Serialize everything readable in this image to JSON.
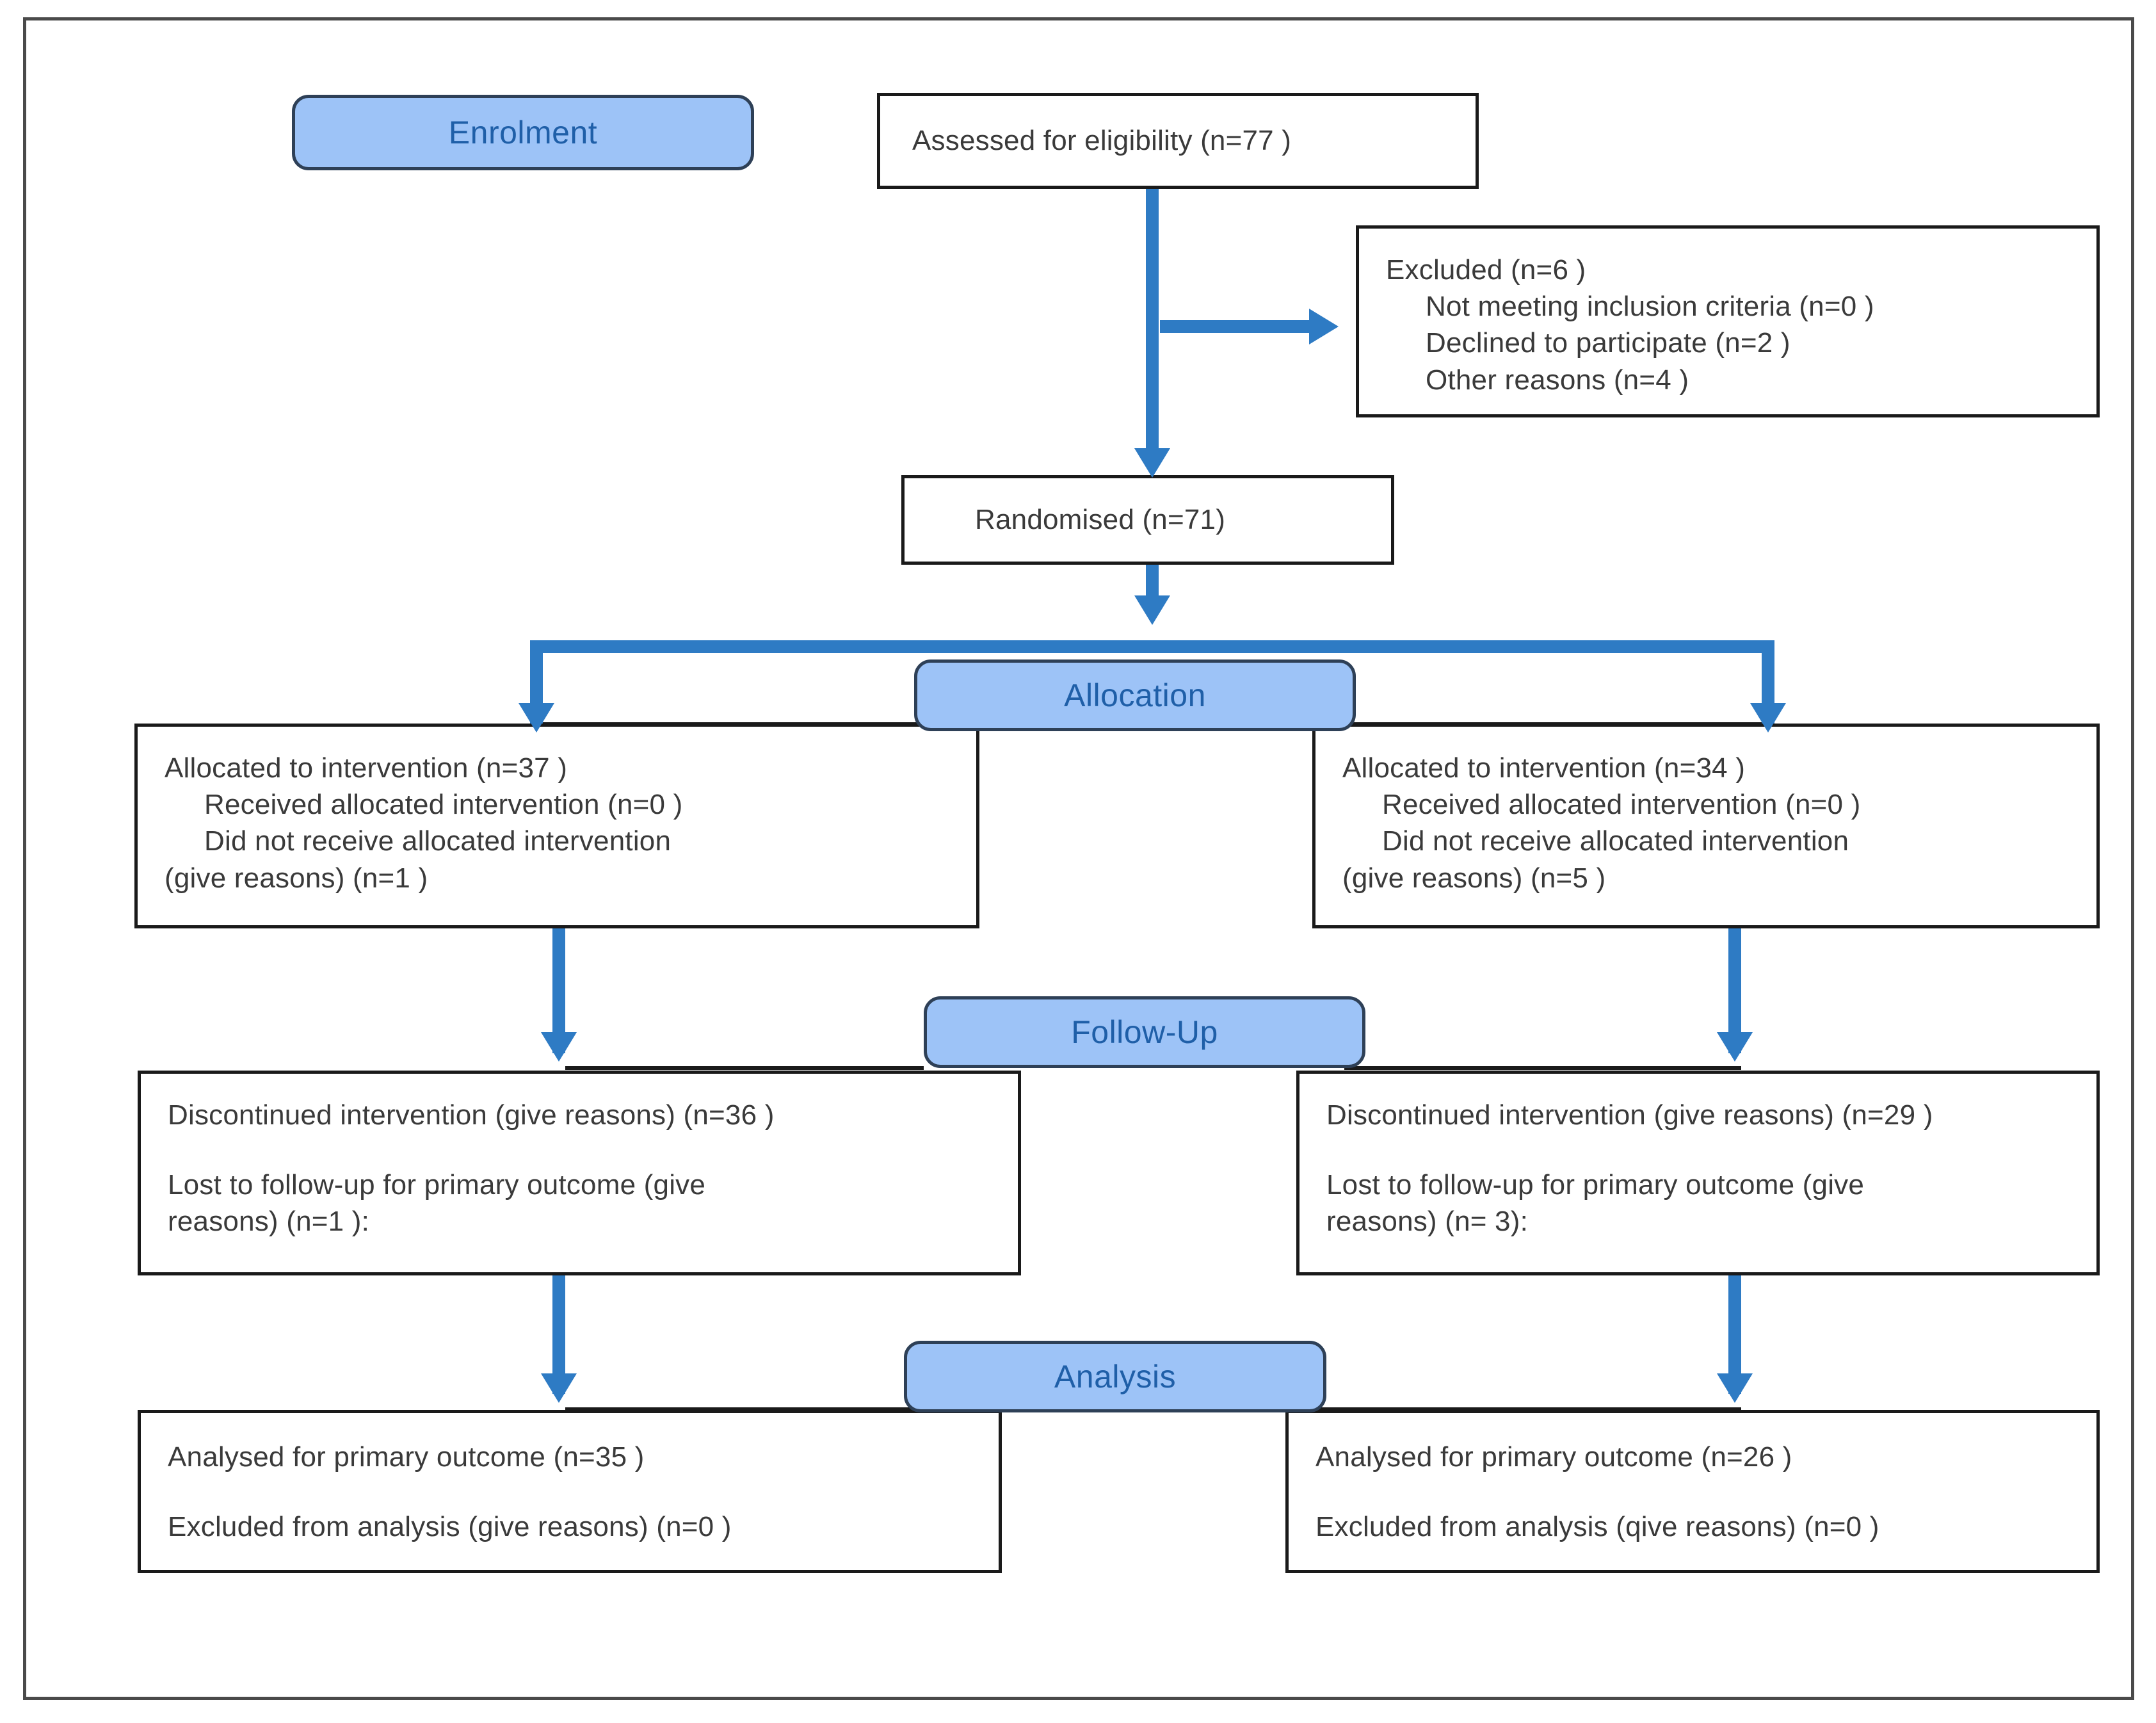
{
  "diagram": {
    "title": "CONSORT participant flow diagram",
    "colors": {
      "stage_fill": "#9DC3F7",
      "stage_border": "#2E4057",
      "stage_text": "#1F5FA8",
      "arrow": "#2E7BC4",
      "box_border": "#1a1a1a",
      "box_text": "#3a3a3a",
      "frame_border": "#4a4a4a",
      "background": "#ffffff"
    }
  },
  "stages": {
    "enrolment": "Enrolment",
    "allocation": "Allocation",
    "followup": "Follow-Up",
    "analysis": "Analysis"
  },
  "enrolment": {
    "assessed": "Assessed for eligibility (n=77 )",
    "excluded": {
      "heading": "Excluded (n=6 )",
      "reasons": [
        "Not meeting inclusion criteria (n=0 )",
        "Declined to participate (n=2 )",
        "Other reasons (n=4 )"
      ]
    },
    "randomised": "Randomised (n=71)"
  },
  "allocation": {
    "left": {
      "heading": "Allocated to intervention (n=37 )",
      "received": "Received allocated intervention (n=0 )",
      "did_not_receive": "Did not receive allocated intervention",
      "did_not_receive_cont": "(give reasons) (n=1 )"
    },
    "right": {
      "heading": "Allocated to intervention (n=34 )",
      "received": "Received allocated intervention (n=0 )",
      "did_not_receive": "Did not receive allocated intervention",
      "did_not_receive_cont": "(give reasons) (n=5 )"
    }
  },
  "followup": {
    "left": {
      "discontinued": "Discontinued intervention (give reasons) (n=36 )",
      "lost": "Lost to follow-up for primary outcome (give",
      "lost_cont": "reasons) (n=1 ):"
    },
    "right": {
      "discontinued": "Discontinued intervention (give reasons) (n=29 )",
      "lost": "Lost to follow-up for primary outcome (give",
      "lost_cont": "reasons) (n= 3):"
    }
  },
  "analysis": {
    "left": {
      "analysed": "Analysed for primary outcome (n=35 )",
      "excluded": "Excluded from analysis (give reasons) (n=0 )"
    },
    "right": {
      "analysed": "Analysed for primary outcome (n=26 )",
      "excluded": "Excluded from analysis (qive reasons) (n=0 )"
    }
  }
}
